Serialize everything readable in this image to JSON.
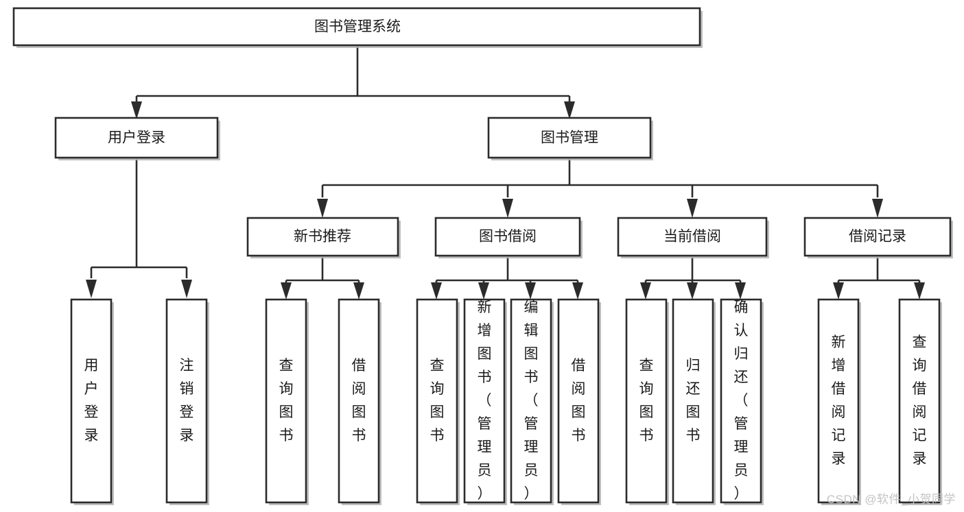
{
  "diagram": {
    "type": "tree-hierarchy",
    "title": "图书管理系统",
    "watermark": "CSDN @软件_小贺同学",
    "colors": {
      "stroke": "#2b2b2b",
      "fill": "#ffffff",
      "text": "#1a1a1a",
      "shadow": "#b3b3b3",
      "watermark": "#c3c3c3"
    },
    "levels": {
      "root": {
        "label": "图书管理系统"
      },
      "level2": [
        {
          "label": "用户登录"
        },
        {
          "label": "图书管理"
        }
      ],
      "level3": [
        {
          "label": "新书推荐"
        },
        {
          "label": "图书借阅"
        },
        {
          "label": "当前借阅"
        },
        {
          "label": "借阅记录"
        }
      ],
      "leaves": {
        "user_login": [
          {
            "label": "用户登录"
          },
          {
            "label": "注销登录"
          }
        ],
        "new_book_recommend": [
          {
            "label": "查询图书"
          },
          {
            "label": "借阅图书"
          }
        ],
        "book_borrow": [
          {
            "label": "查询图书"
          },
          {
            "label": "新增图书（管理员）"
          },
          {
            "label": "编辑图书（管理员）"
          },
          {
            "label": "借阅图书"
          }
        ],
        "current_borrow": [
          {
            "label": "查询图书"
          },
          {
            "label": "归还图书"
          },
          {
            "label": "确认归还（管理员）"
          }
        ],
        "borrow_record": [
          {
            "label": "新增借阅记录"
          },
          {
            "label": "查询借阅记录"
          }
        ]
      }
    }
  }
}
